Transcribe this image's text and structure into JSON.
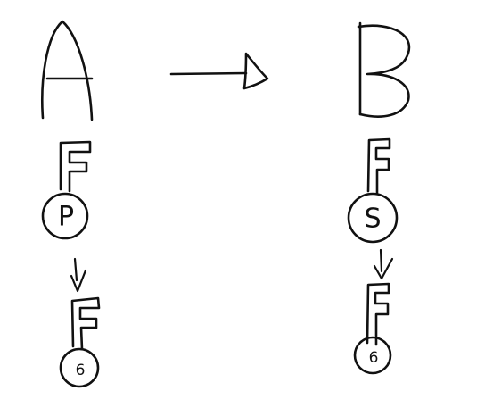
{
  "diagram": {
    "ink_color": "#111111",
    "background": "#ffffff",
    "left_column": {
      "node_label": "A",
      "key_top": {
        "letter": "F",
        "badge": "P"
      },
      "key_bottom": {
        "letter": "F",
        "badge": "6"
      }
    },
    "right_column": {
      "node_label": "B",
      "key_top": {
        "letter": "F",
        "badge": "S"
      },
      "key_bottom": {
        "letter": "F",
        "badge": "6"
      }
    },
    "icons": [
      "arrow-right-icon",
      "arrow-down-icon"
    ]
  }
}
